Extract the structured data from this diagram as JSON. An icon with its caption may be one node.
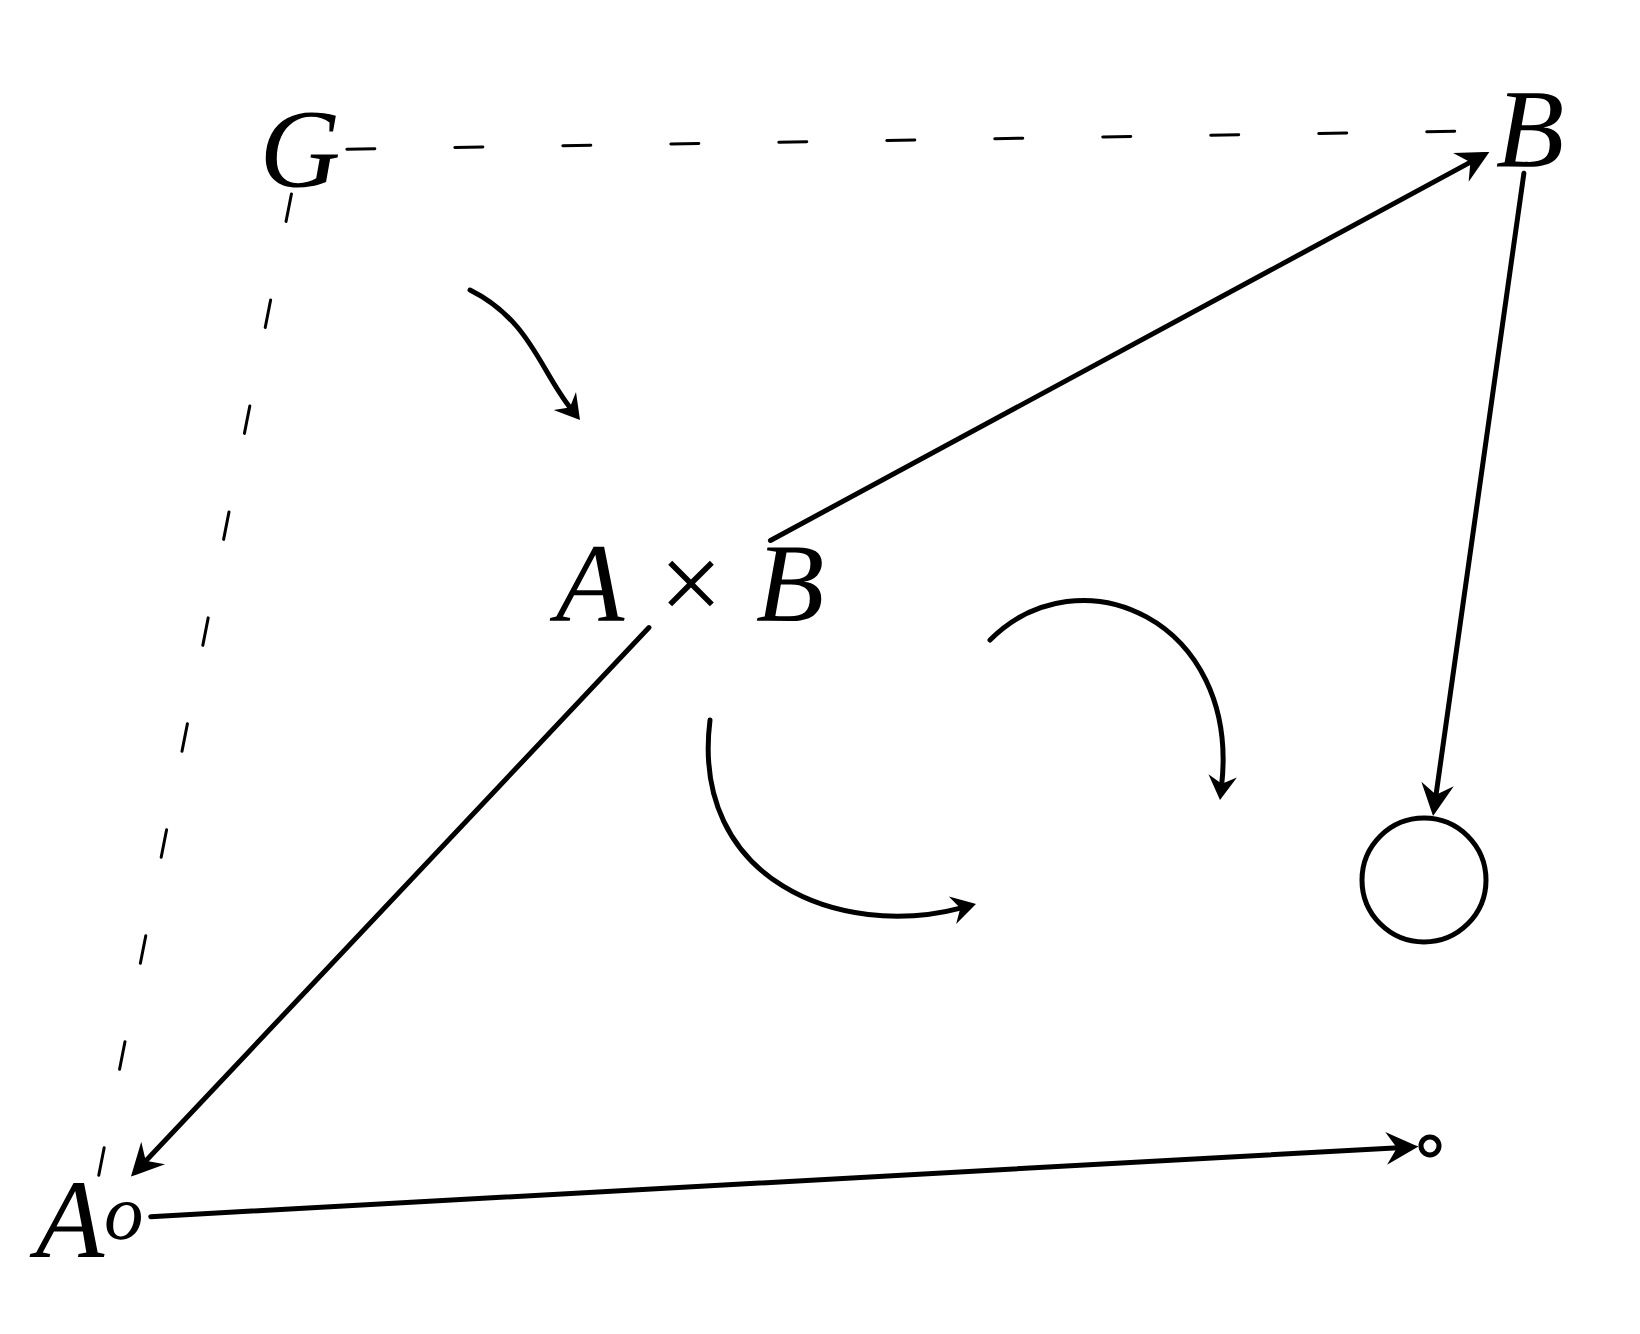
{
  "diagram": {
    "nodes": [
      {
        "text": [
          "G"
        ]
      },
      {
        "text": [
          "B"
        ]
      },
      {
        "text": [
          "A × B"
        ]
      },
      {
        "text": [
          "A$^{o}$"
        ]
      },
      {
        "text": [],
        "shape": "circle"
      },
      {
        "text": [],
        "shape": "circle"
      }
    ],
    "edges": [
      {
        "from": 0,
        "to": 1,
        "arrow": "none",
        "style": "dashed"
      },
      {
        "from": 0,
        "to": 3,
        "arrow": "none",
        "style": "dashed"
      },
      {
        "from": 2,
        "to": 1,
        "arrow": "to"
      },
      {
        "from": 2,
        "to": 3,
        "arrow": "to"
      },
      {
        "from": 1,
        "to": 4,
        "arrow": "to"
      },
      {
        "from": 3,
        "to": 5,
        "arrow": "to"
      }
    ]
  }
}
